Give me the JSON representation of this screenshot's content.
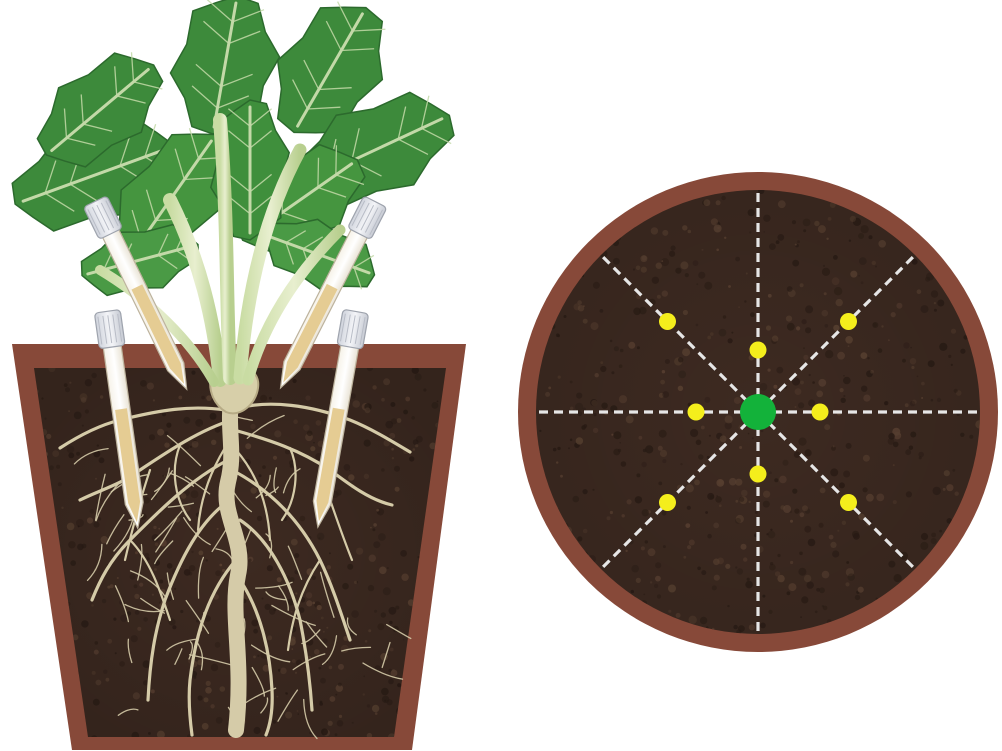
{
  "figure": {
    "pot_view": {
      "plant_icon": "turnip-plant-icon",
      "probe_icon": "sampling-tube-icon",
      "probe_count": 4
    },
    "top_view": {
      "center_point_color": "#13b23a",
      "sample_point_color": "#f4ee1c",
      "sample_point_count": 8,
      "radial_line_count": 8
    },
    "colors": {
      "pot_rim": "#874939",
      "pot_wall": "#7a3d2c",
      "soil": "#3d2a21",
      "soil_speck": "#5c4333",
      "leaf": "#3d8a3b",
      "leaf_dark": "#2c6a2d",
      "leaf_vein": "#c3d9a8",
      "root": "#d5cba8",
      "tube_cap": "#e7e9ee",
      "tube_liquid": "#e4c98d",
      "grid_line": "#e6e6e6"
    }
  }
}
